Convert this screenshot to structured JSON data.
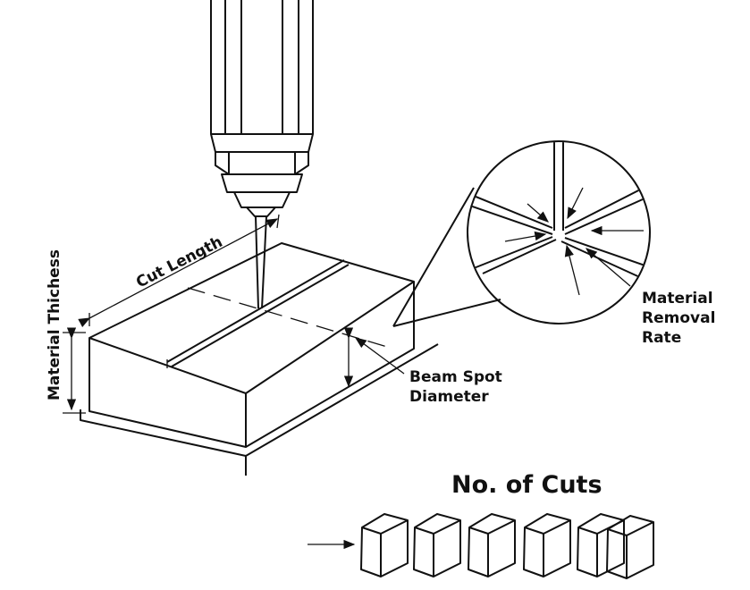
{
  "labels": {
    "cut_length": "Cut Length",
    "material_thickness": "Material Thichess",
    "beam_spot_line1": "Beam Spot",
    "beam_spot_line2": "Diameter",
    "removal_line1": "Material",
    "removal_line2": "Removal",
    "removal_line3": "Rate",
    "cuts_title": "No. of Cuts"
  }
}
